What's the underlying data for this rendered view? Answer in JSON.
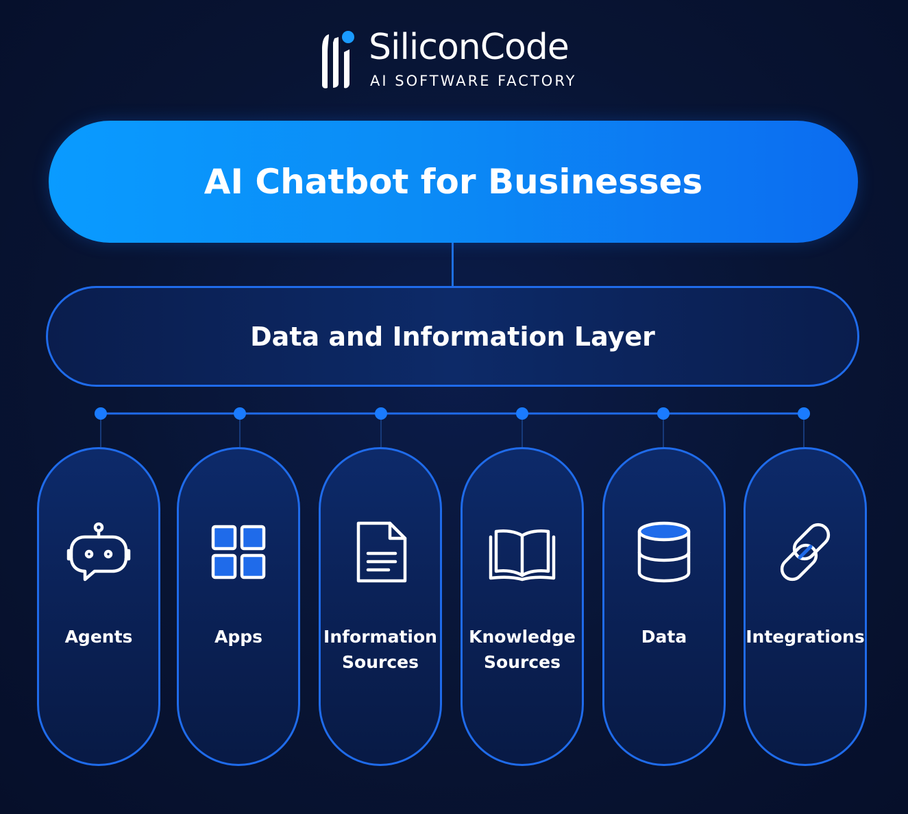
{
  "logo": {
    "name": "SiliconCode",
    "tagline": "AI SOFTWARE FACTORY"
  },
  "top": {
    "title": "AI Chatbot for Businesses"
  },
  "layer": {
    "title": "Data and Information Layer"
  },
  "cards": [
    {
      "lines": [
        "Agents"
      ],
      "icon": "robot-chat-icon"
    },
    {
      "lines": [
        "Apps"
      ],
      "icon": "apps-grid-icon"
    },
    {
      "lines": [
        "Information",
        "Sources"
      ],
      "icon": "document-icon"
    },
    {
      "lines": [
        "Knowledge",
        "Sources"
      ],
      "icon": "open-book-icon"
    },
    {
      "lines": [
        "Data"
      ],
      "icon": "database-icon"
    },
    {
      "lines": [
        "Integrations"
      ],
      "icon": "link-icon"
    }
  ],
  "colors": {
    "background": "#07112f",
    "accent": "#1f6bea",
    "accent_light": "#0a9bff",
    "dot": "#1a7bff",
    "text": "#ffffff"
  }
}
